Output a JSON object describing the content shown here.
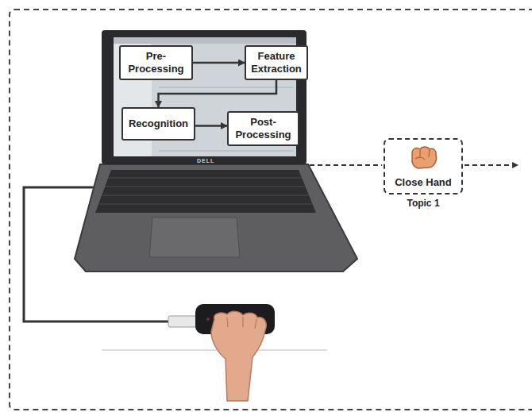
{
  "diagram": {
    "nodes": [
      {
        "text": [
          "Pre- Processing"
        ]
      },
      {
        "text": [
          "Feature Extraction"
        ]
      },
      {
        "text": [
          "Recognition"
        ]
      },
      {
        "text": [
          "Post- Processing"
        ]
      },
      {
        "text": [
          "Close Hand",
          "Topic 1"
        ]
      }
    ],
    "edges": [
      {
        "from": 0,
        "to": 1,
        "arrow": "to"
      },
      {
        "from": 1,
        "to": 2,
        "arrow": "to"
      },
      {
        "from": 2,
        "to": 3,
        "arrow": "to"
      }
    ],
    "labels": [
      "DELL"
    ]
  }
}
